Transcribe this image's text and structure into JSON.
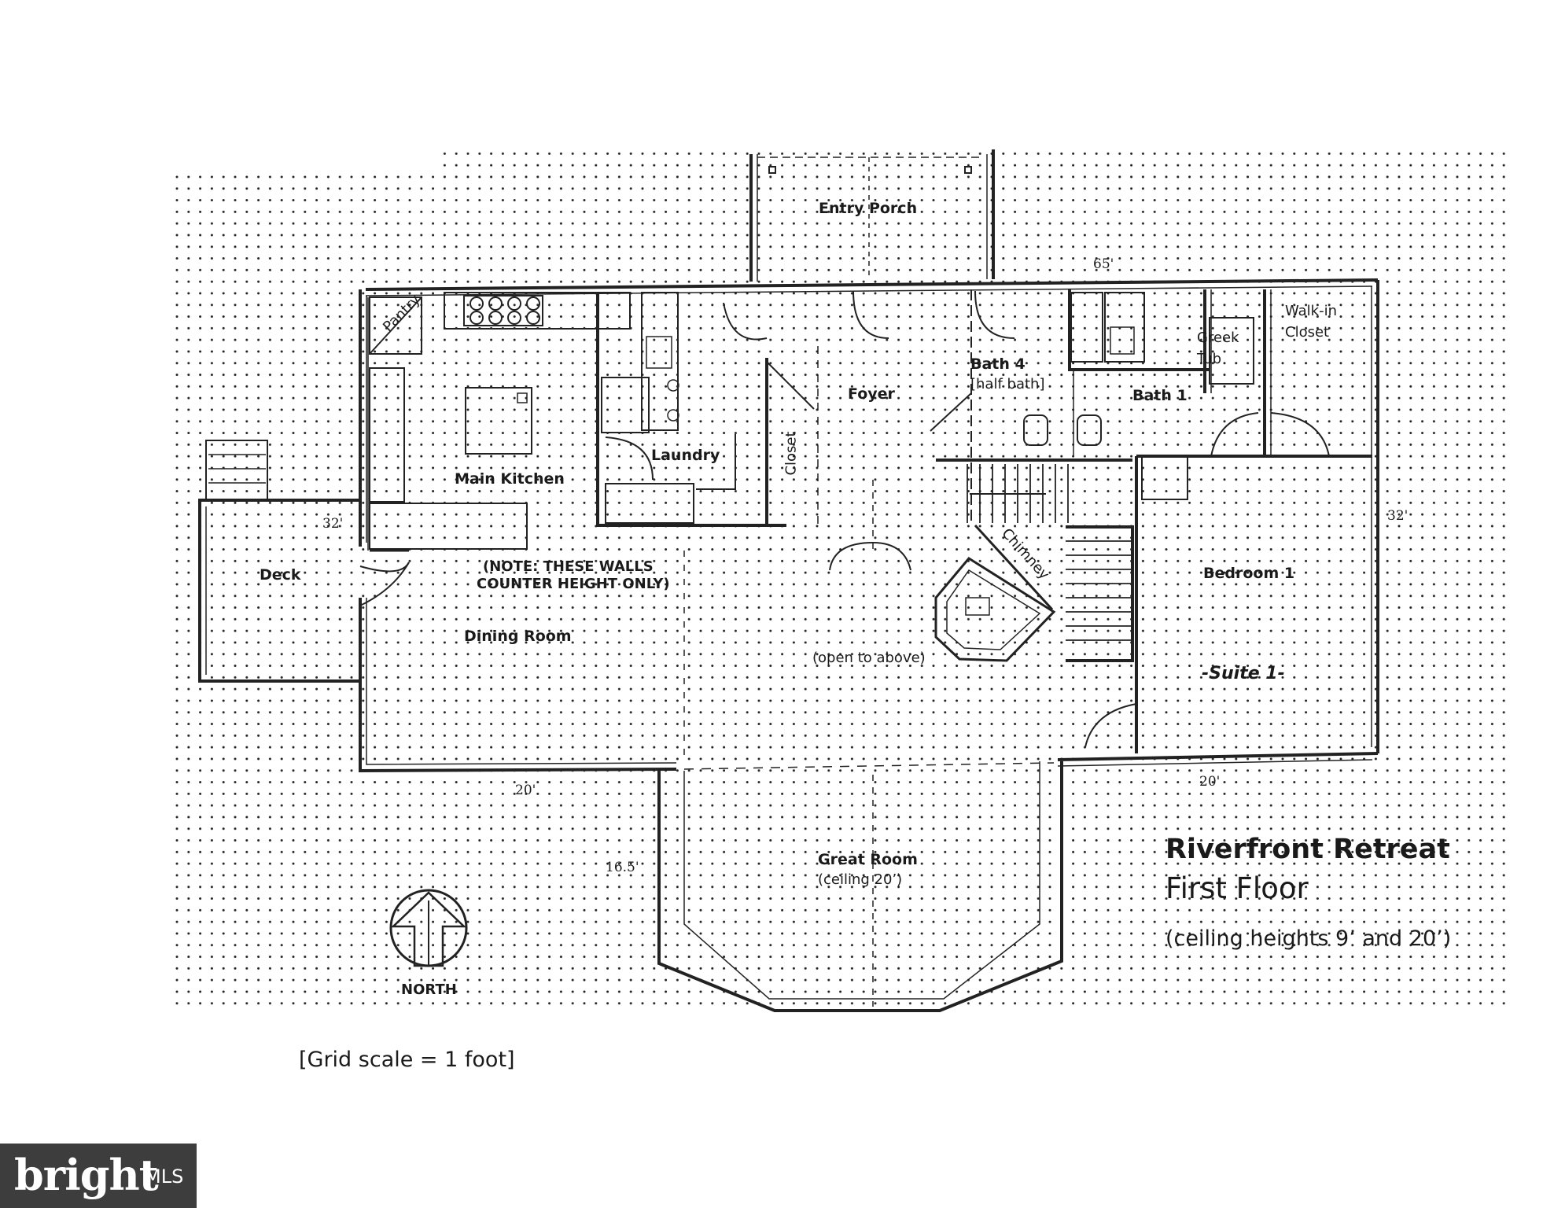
{
  "title": {
    "name": "Riverfront Retreat",
    "floor": "First Floor",
    "ceilings": "(ceiling heights 9’ and 20’)"
  },
  "scale_note": "[Grid scale = 1 foot]",
  "north_label": "NORTH",
  "logo": {
    "wordmark": "bright",
    "suffix": "MLS"
  },
  "rooms": {
    "entry_porch": "Entry Porch",
    "pantry": "Pantry",
    "walk_in_closet": "Walk-in\nCloset",
    "greek_tub": "Greek\nTub",
    "foyer": "Foyer",
    "bath4": "Bath 4",
    "bath4_note": "[half bath]",
    "bath1": "Bath 1",
    "laundry": "Laundry",
    "closet": "Closet",
    "main_kitchen": "Main Kitchen",
    "deck": "Deck",
    "chimney": "Chimney",
    "bedroom1": "Bedroom 1",
    "suite1": "-Suite 1-",
    "dining_room": "Dining Room",
    "open_to_above": "(open to above)",
    "great_room": "Great Room",
    "great_room_ceiling": "(ceiling 20’)"
  },
  "notes": {
    "walls_line1": "(NOTE: THESE WALLS",
    "walls_line2": "COUNTER HEIGHT ONLY)"
  },
  "dimensions": {
    "top": "65'",
    "left_deck": "32'",
    "right": "32'",
    "bottom_left": "20'",
    "bottom_right": "20'",
    "great_room_width": "16.5'"
  }
}
